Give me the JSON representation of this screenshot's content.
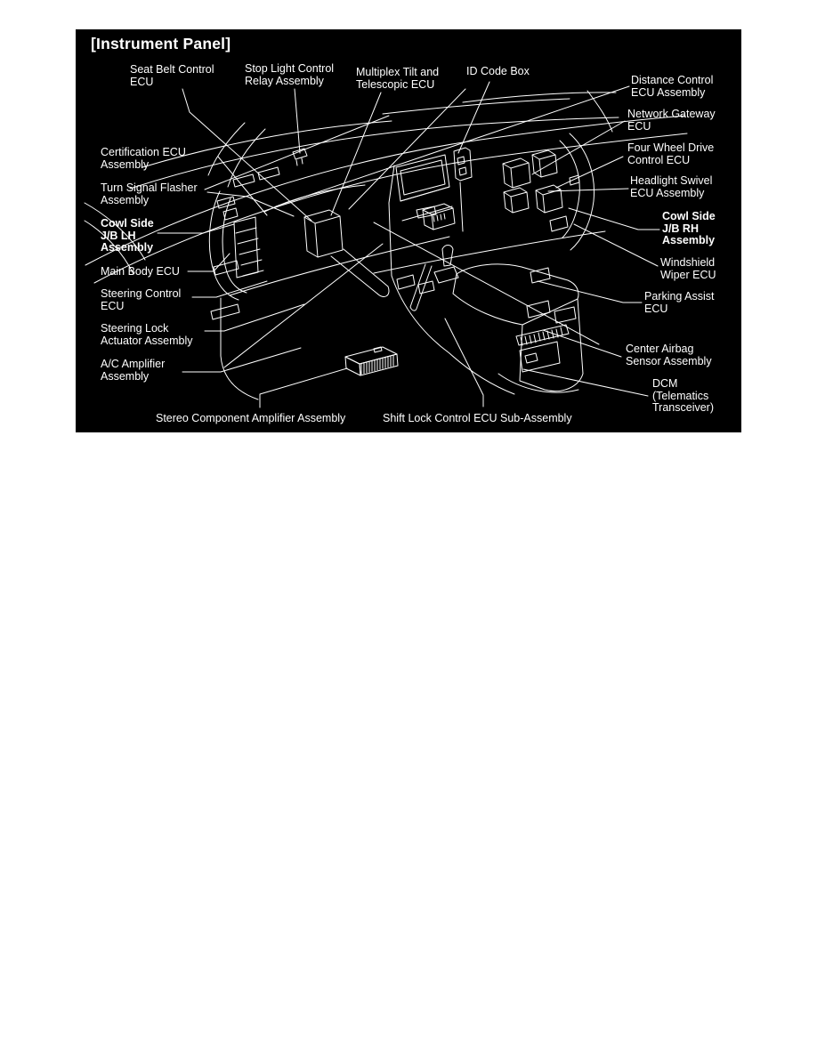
{
  "panel": {
    "title": "[Instrument Panel]",
    "labels": {
      "seat_belt": "Seat Belt Control\nECU",
      "stop_light": "Stop Light Control\nRelay Assembly",
      "multiplex": "Multiplex Tilt and\nTelescopic ECU",
      "id_code": "ID Code Box",
      "distance": "Distance Control\nECU Assembly",
      "network": "Network Gateway\nECU",
      "four_wheel": "Four Wheel Drive\nControl ECU",
      "headlight": "Headlight Swivel\nECU Assembly",
      "cowl_rh": "Cowl Side\nJ/B RH\nAssembly",
      "windshield": "Windshield\nWiper ECU",
      "parking": "Parking Assist\nECU",
      "center_airbag": "Center Airbag\nSensor Assembly",
      "dcm": "DCM\n(Telematics\nTransceiver)",
      "certification": "Certification ECU\nAssembly",
      "turn_signal": "Turn Signal Flasher\nAssembly",
      "cowl_lh": "Cowl Side\nJ/B LH\nAssembly",
      "main_body": "Main Body ECU",
      "steering_control": "Steering Control\nECU",
      "steering_lock": "Steering Lock\nActuator Assembly",
      "ac_amplifier": "A/C Amplifier\nAssembly",
      "stereo": "Stereo Component Amplifier Assembly",
      "shift_lock": "Shift Lock Control ECU Sub-Assembly"
    },
    "colors": {
      "background": "#000000",
      "line": "#ffffff",
      "text": "#ffffff"
    }
  }
}
